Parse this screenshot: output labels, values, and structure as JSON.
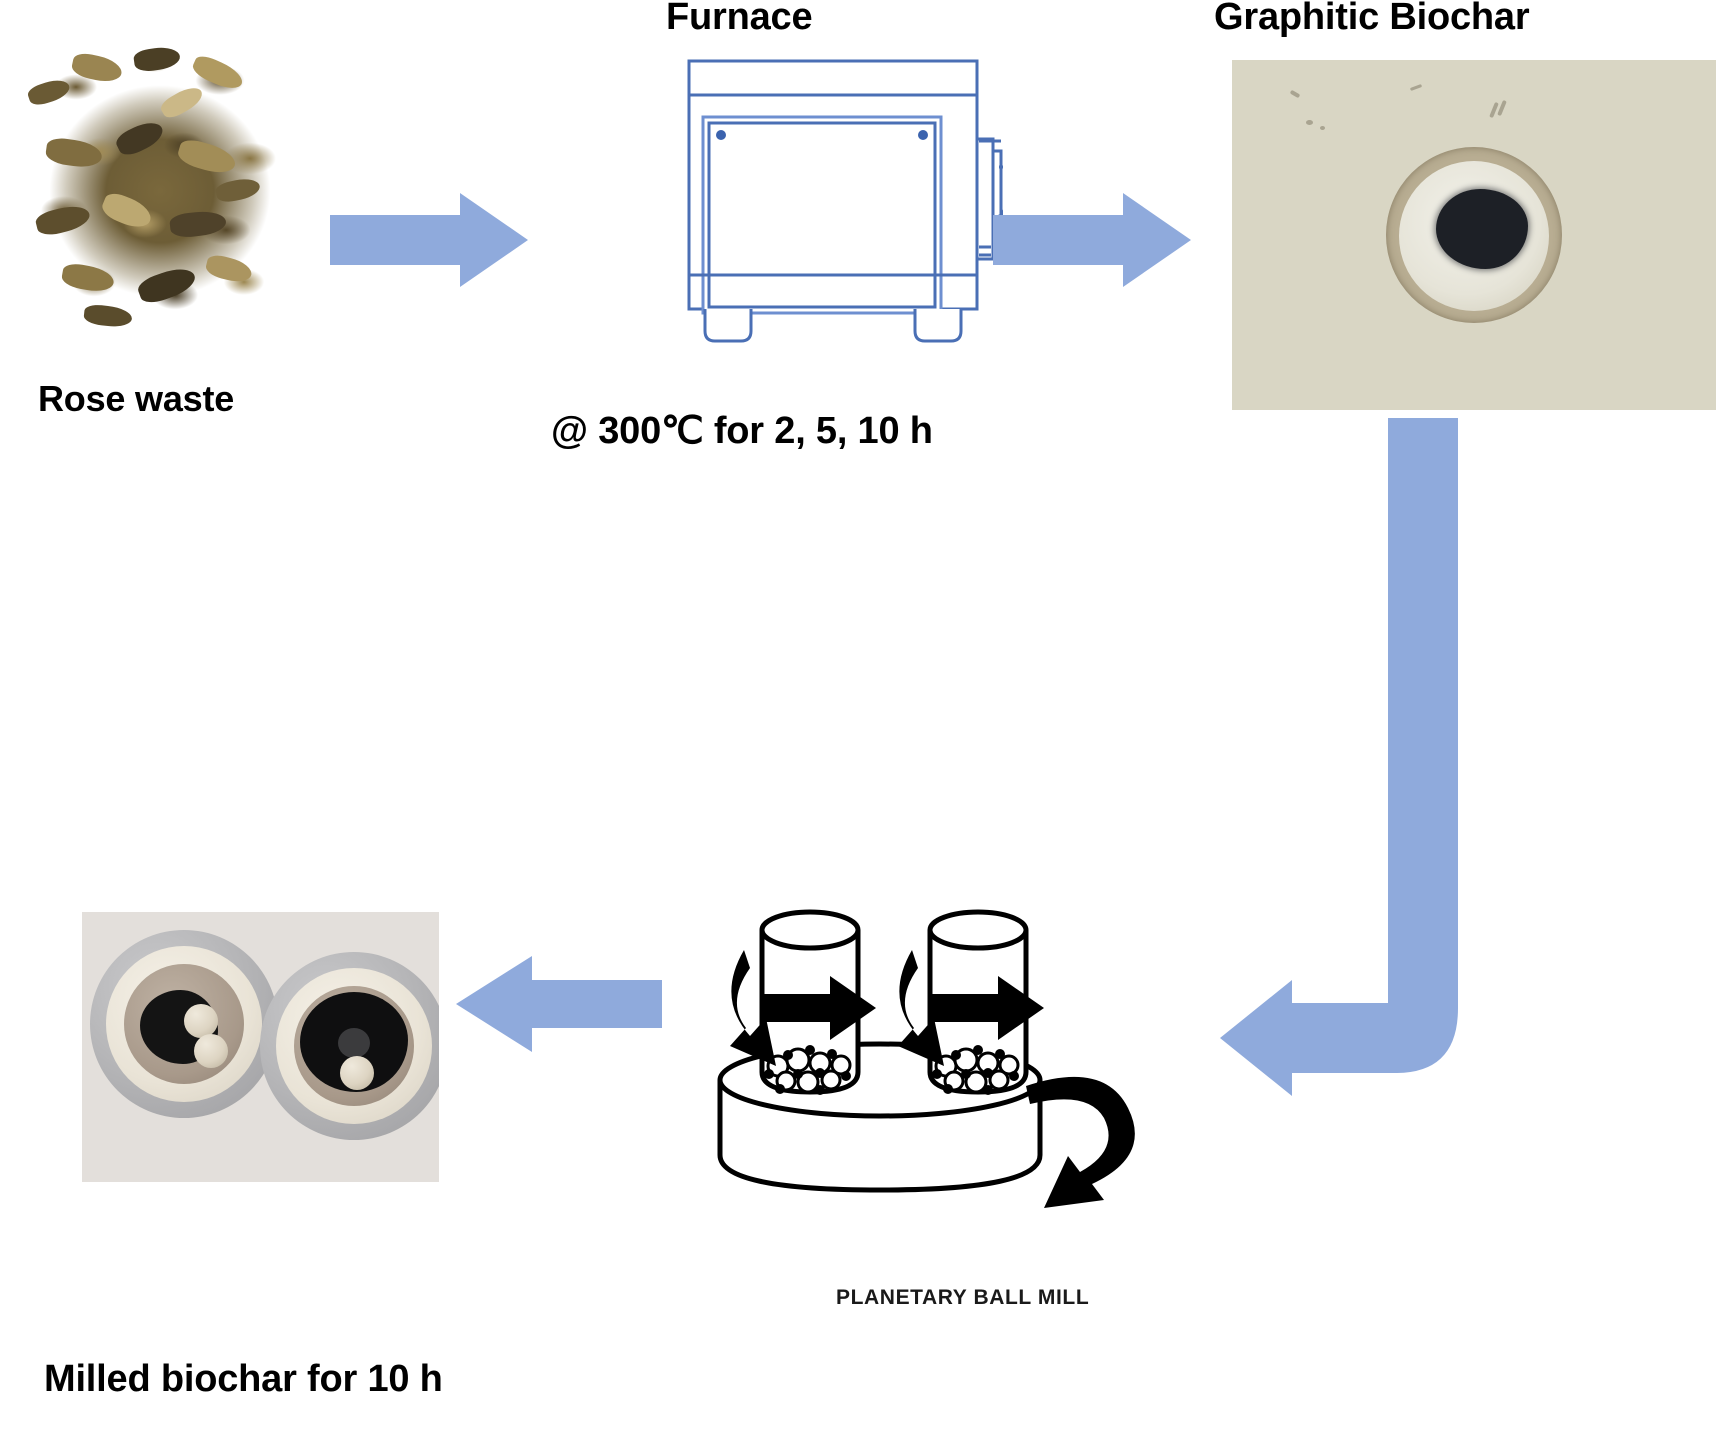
{
  "figure": {
    "type": "process-flow-diagram",
    "background_color": "#ffffff",
    "arrow_color": "#8FAADC"
  },
  "steps": [
    {
      "id": "rose-waste",
      "label": "Rose waste",
      "label_position": "below-image",
      "media": "photograph of dried brown rose waste plant material"
    },
    {
      "id": "furnace",
      "label": "Furnace",
      "label_position": "above-image",
      "sublabel": "@ 300℃ for 2, 5, 10 h",
      "media": "blue line drawing of a muffle furnace"
    },
    {
      "id": "graphitic-biochar",
      "label": "Graphitic Biochar",
      "label_position": "above-image",
      "media": "photograph of a crucible containing black graphitic biochar"
    },
    {
      "id": "planetary-ball-mill",
      "label": "PLANETARY BALL MILL",
      "label_position": "below-image",
      "media": "black and white line drawing of a planetary ball mill with two rotating jars"
    },
    {
      "id": "milled-biochar",
      "label": "Milled biochar for 10 h",
      "label_position": "below-image",
      "media": "photograph of two milling jars with black milled biochar powder and grinding balls"
    }
  ],
  "labels": {
    "rose_waste": "Rose waste",
    "furnace": "Furnace",
    "furnace_condition": "@ 300℃ for 2, 5, 10 h",
    "graphitic_biochar": "Graphitic Biochar",
    "planetary_ball_mill": "PLANETARY BALL MILL",
    "milled_biochar": "Milled biochar for 10 h"
  },
  "arrows": [
    {
      "id": "arrow-rose-to-furnace",
      "direction": "right",
      "color": "#8FAADC"
    },
    {
      "id": "arrow-furnace-to-biochar",
      "direction": "right",
      "color": "#8FAADC"
    },
    {
      "id": "arrow-biochar-to-ballmill",
      "direction": "down-then-left",
      "color": "#8FAADC"
    },
    {
      "id": "arrow-ballmill-to-milled",
      "direction": "left",
      "color": "#8FAADC"
    }
  ]
}
